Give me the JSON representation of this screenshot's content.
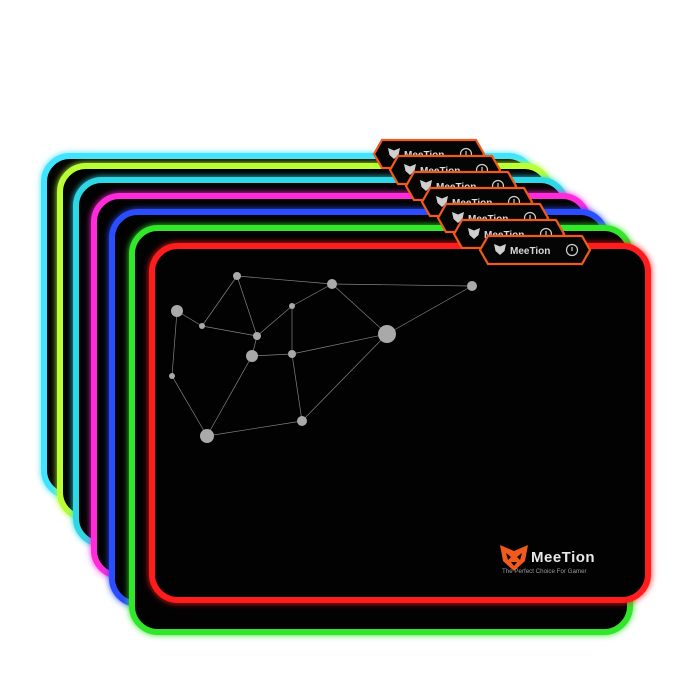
{
  "product": {
    "brand": "MeeTion",
    "tagline": "The Perfect Choice For Gamer"
  },
  "icons": {
    "logo": "meetion-mask-logo-icon",
    "usb_port": "usb-power-button-icon"
  },
  "colors": {
    "background": "#ffffff",
    "pad_surface": "#020202",
    "network_lines": "#9b9b9b",
    "network_nodes": "#a9a9a9",
    "hub_accent": "#f05a1a",
    "brand_orange": "#f05a1a",
    "brand_text": "#e9e9e9",
    "tagline_text": "#9a9a9a"
  },
  "led_colors": [
    {
      "name": "cyan",
      "hex": "#41e4ff"
    },
    {
      "name": "lime",
      "hex": "#b8ff35"
    },
    {
      "name": "aqua",
      "hex": "#2dd7e6"
    },
    {
      "name": "magenta",
      "hex": "#ff2bd9"
    },
    {
      "name": "blue",
      "hex": "#2b4dff"
    },
    {
      "name": "green",
      "hex": "#32e62a"
    },
    {
      "name": "red",
      "hex": "#ff1a1a"
    }
  ]
}
